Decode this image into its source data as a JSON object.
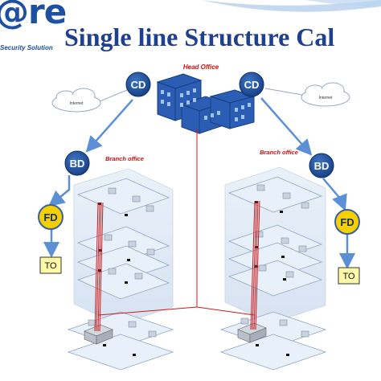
{
  "logo": {
    "text": "@re",
    "subtitle": "Security Solution"
  },
  "title": "Single line Structure Cal",
  "head_office": {
    "label": "Head Office"
  },
  "branches": [
    {
      "label": "Branch office"
    },
    {
      "label": "Branch office"
    }
  ],
  "nodes": {
    "cd": "CD",
    "bd": "BD",
    "fd": "FD",
    "to": "TO"
  },
  "internet": "Internet",
  "colors": {
    "title": "#1f3f8f",
    "node_fill": "#1f4f99",
    "fd_fill": "#f5d000",
    "to_fill": "#fff9a8",
    "cable": "#cc1a1a",
    "arrow": "#5b8fd6",
    "label_red": "#d01010"
  }
}
